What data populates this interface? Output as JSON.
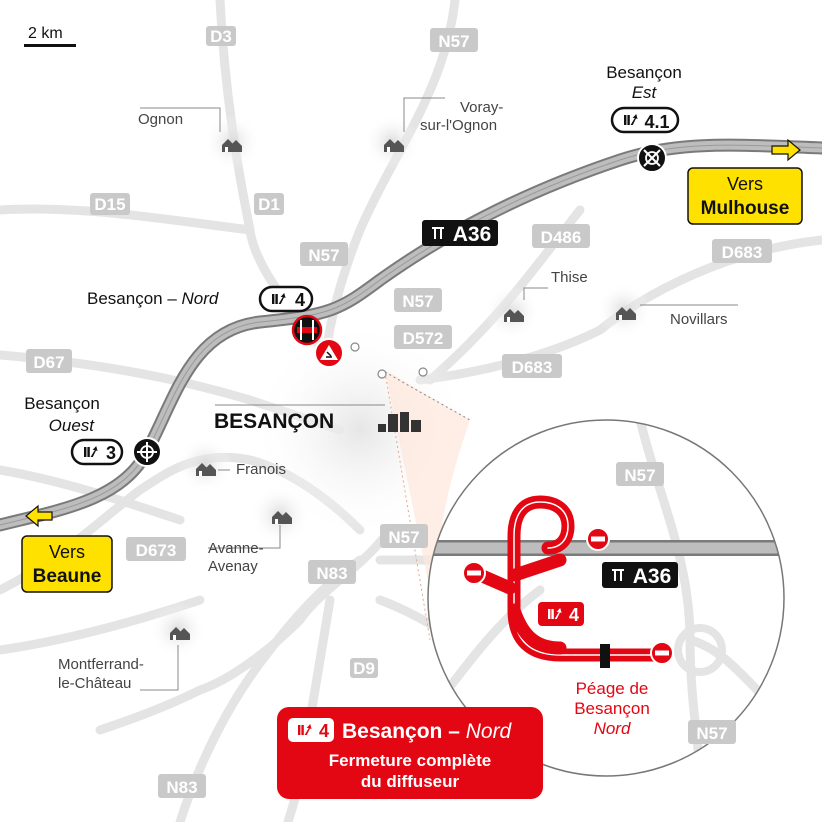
{
  "scale": {
    "label": "2 km"
  },
  "motorway": {
    "name": "A36",
    "color": "#8a8a8a"
  },
  "road_labels": {
    "d3": "D3",
    "n57_top": "N57",
    "d15": "D15",
    "d1": "D1",
    "n57_mid": "N57",
    "d486": "D486",
    "d683_right": "D683",
    "n57_center": "N57",
    "d572": "D572",
    "d67": "D67",
    "d683_center": "D683",
    "d673": "D673",
    "n57_south": "N57",
    "n83_center": "N83",
    "d9": "D9",
    "n83_bottom": "N83",
    "inset_n57_top": "N57",
    "inset_n57_bottom": "N57"
  },
  "towns": {
    "ognon": "Ognon",
    "voray_1": "Voray-",
    "voray_2": "sur-l'Ognon",
    "thise": "Thise",
    "novillars": "Novillars",
    "franois": "Franois",
    "avanne_1": "Avanne-",
    "avanne_2": "Avenay",
    "montferrand_1": "Montferrand-",
    "montferrand_2": "le-Château",
    "besancon": "BESANÇON"
  },
  "exits": {
    "est": {
      "line1": "Besançon",
      "line2": "Est",
      "number": "4.1"
    },
    "nord": {
      "name": "Besançon – ",
      "italic": "Nord",
      "number": "4"
    },
    "ouest": {
      "line1": "Besançon",
      "line2": "Ouest",
      "number": "3"
    }
  },
  "directions": {
    "mulhouse": {
      "line1": "Vers",
      "line2": "Mulhouse"
    },
    "beaune": {
      "line1": "Vers",
      "line2": "Beaune"
    }
  },
  "inset": {
    "exit_number": "4",
    "toll_line1": "Péage de",
    "toll_line2": "Besançon",
    "toll_line3": "Nord"
  },
  "notice": {
    "exit_number": "4",
    "title": "Besançon – ",
    "title_italic": "Nord",
    "line1": "Fermeture complète",
    "line2": "du diffuseur"
  },
  "colors": {
    "closure_red": "#e30613",
    "direction_yellow": "#ffe100",
    "road_grey": "#c9c9c9",
    "black": "#111111"
  }
}
